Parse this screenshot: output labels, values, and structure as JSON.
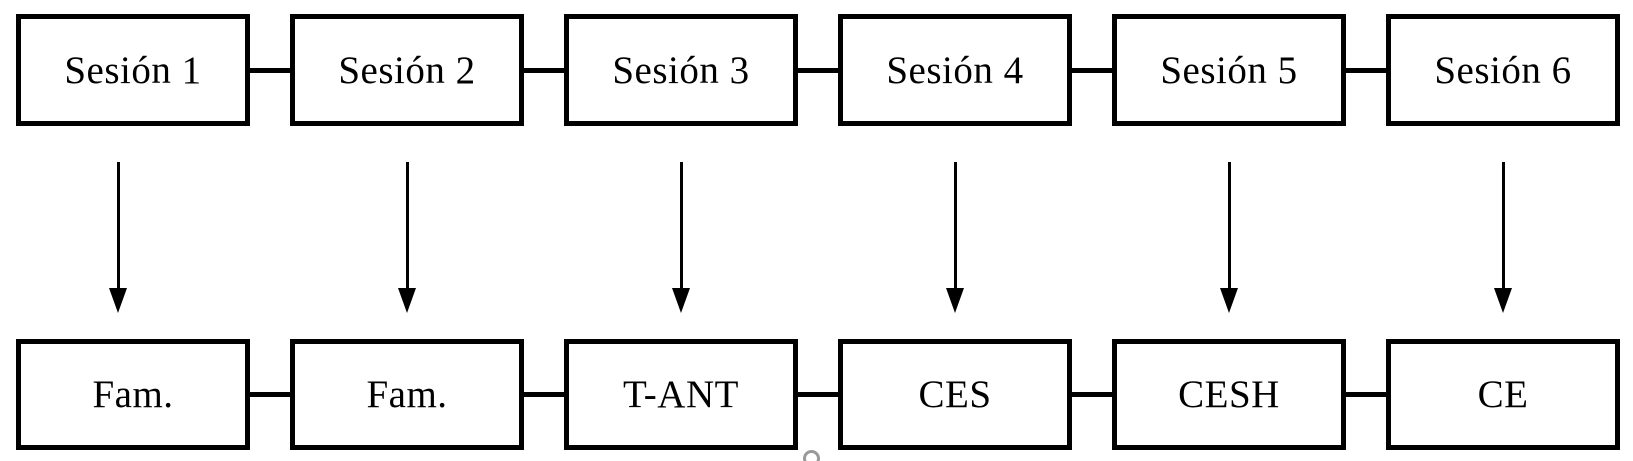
{
  "diagram": {
    "colors": {
      "line": "#000000",
      "text": "#000000",
      "background": "#ffffff"
    },
    "sessions": [
      {
        "session": "Sesión 1",
        "activity": "Fam."
      },
      {
        "session": "Sesión 2",
        "activity": "Fam."
      },
      {
        "session": "Sesión 3",
        "activity": "T-ANT"
      },
      {
        "session": "Sesión 4",
        "activity": "CES"
      },
      {
        "session": "Sesión 5",
        "activity": "CESH"
      },
      {
        "session": "Sesión 6",
        "activity": "CE"
      }
    ]
  }
}
